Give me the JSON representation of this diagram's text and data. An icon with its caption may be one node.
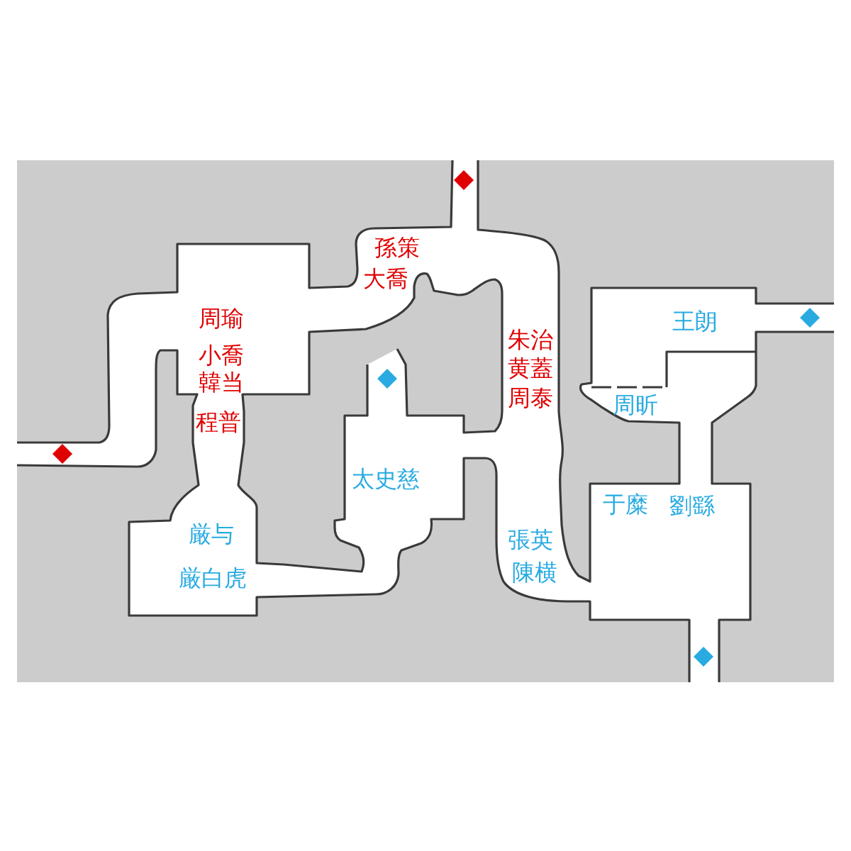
{
  "diagram": {
    "labels": [
      "孫策",
      "大喬",
      "周瑜",
      "小喬",
      "韓当",
      "程普",
      "王朗",
      "朱治",
      "黄蓋",
      "周泰",
      "周昕",
      "太史慈",
      "于糜",
      "劉繇",
      "厳与",
      "厳白虎",
      "張英",
      "陳横"
    ]
  }
}
